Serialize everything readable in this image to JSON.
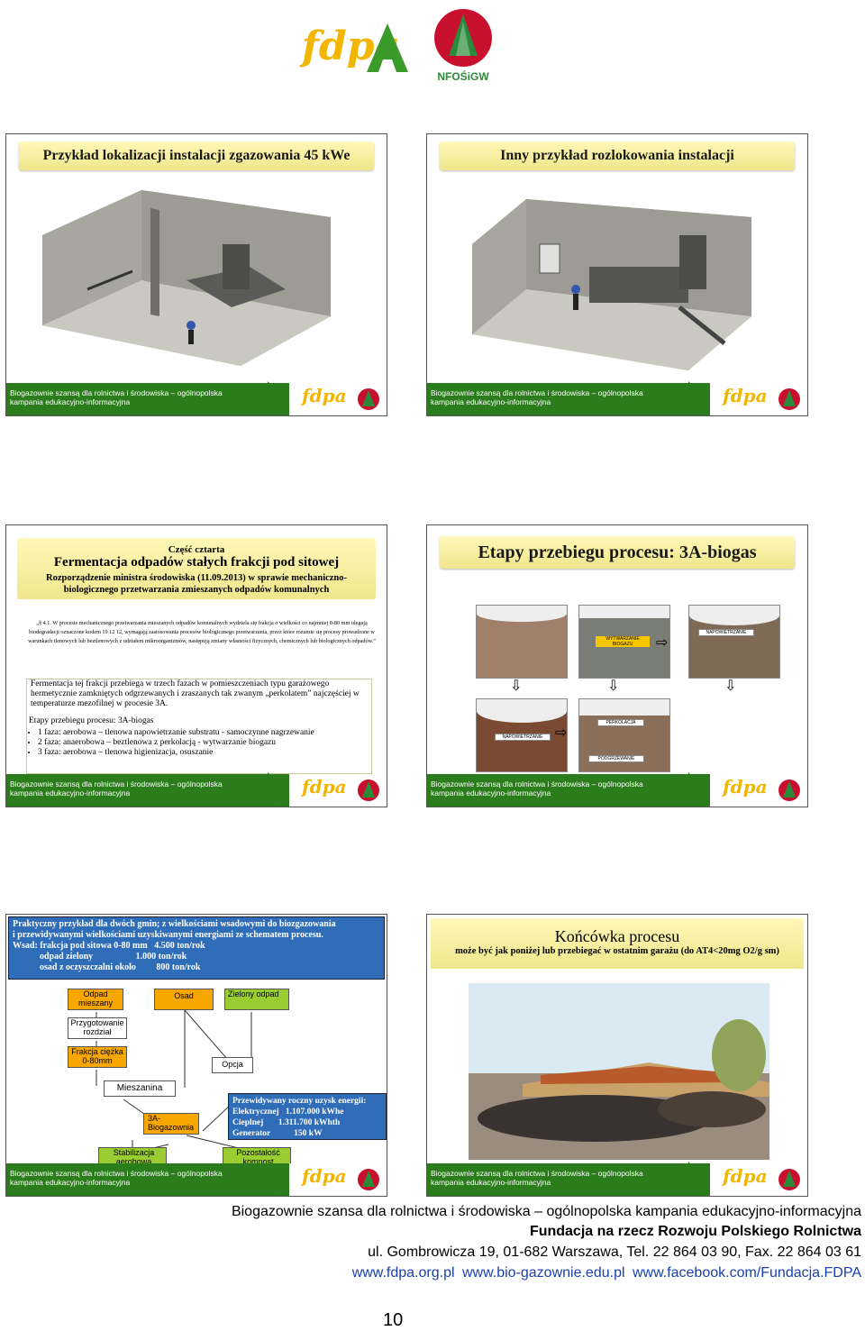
{
  "header": {
    "logo_text": "fdpa",
    "nfosigw_text": "NFOŚiGW"
  },
  "footer_text": "Biogazownie szansą dla rolnictwa i środowiska – ogólnopolska kampania edukacyjno-informacyjna",
  "slides": [
    {
      "title": "Przykład lokalizacji instalacji zgazowania 45 kWe"
    },
    {
      "title": "Inny przykład rozlokowania instalacji"
    },
    {
      "part": "Część cztarta",
      "title": "Fermentacja odpadów stałych frakcji pod sitowej",
      "subtitle": "Rozporządzenie ministra środowiska (11.09.2013) w sprawie mechaniczno-biologicznego przetwarzania zmieszanych odpadów komunalnych",
      "quote": "„§ 4.1. W procesie mechanicznego przetwarzania mieszanych odpadów komunalnych wydziela się frakcja o wielkości co najmniej 0-80 mm ulegają biodegradacji oznaczone kodem 19 12 12, wymagają zastosowania procesów biologicznego przetwarzania, przez które rozumie się procesy prowadzone w warunkach tlenowych lub beztlenowych z udziałem mikroorganizmów, następują zmiany własności fizycznych, chemicznych lub biologicznych odpadów.”",
      "body": "Fermentacja tej frakcji przebiega w trzech fazach w pomieszczeniach typu garażowego hermetycznie zamkniętych odgrzewanych i zraszanych tak zwanym „perkolatem” najczęściej w temperaturze mezofilnej w procesie 3A.",
      "stages_title": "Etapy przebiegu procesu: 3A-biogas",
      "stages": [
        "1 faza: aerobowa – tlenowa napowietrzanie substratu - samoczynne nagrzewanie",
        "2 faza: anaerobowa – beztlenowa z perkolacją - wytwarzanie biogazu",
        "3 faza: aerobowa – tlenowa higienizacja, osuszanie"
      ]
    },
    {
      "title": "Etapy przebiegu procesu: 3A-biogas",
      "panels": [
        "WYTWARZANIE BIOGAZU",
        "NAPOWIETRZANIE",
        "NAPOWIETRZANIE",
        "PERKOLACJA",
        "PODGRZEWANIE"
      ]
    },
    {
      "box_lines": [
        "Praktyczny przykład dla dwóch gmin; z wielkościami wsadowymi do biozgazowania",
        "i przewidywanymi wielkościami uzyskiwanymi energiami ze schematem procesu.",
        "Wsad: frakcja pod sitowa 0-80 mm   4.500 ton/rok",
        "odpad zielony                   1.000 ton/rok",
        "osad z oczyszczalni około         800 ton/rok"
      ],
      "flow": {
        "odpad_mieszany": "Odpad mieszany",
        "osad": "Osad",
        "zielony": "Zielony odpad",
        "przygotowanie": "Przygotowanie rozdział",
        "frakcja": "Frakcja ciężka 0-80mm",
        "opcja": "Opcja",
        "mieszanina": "Mieszanina",
        "biogazownia": "3A-Biogazownia",
        "stabilizacja": "Stabilizacja aerobowa",
        "kompost": "Pozostałość kompost",
        "energy_title": "Przewidywany roczny uzysk energii:",
        "energy_el": "Elektrycznej   1.107.000 kWhe",
        "energy_th": "Cieplnej       1.311.700 kWhth",
        "energy_gen": "Generator           150 kW"
      }
    },
    {
      "title": "Końcówka procesu",
      "subtitle": "może być jak poniżej lub przebiegać w ostatnim garażu (do AT4<20mg O2/g sm)"
    }
  ],
  "bottom": {
    "line1": "Biogazownie szansa dla rolnictwa i środowiska – ogólnopolska kampania edukacyjno-informacyjna",
    "line2": "Fundacja na rzecz Rozwoju Polskiego Rolnictwa",
    "line3": "ul. Gombrowicza 19, 01-682 Warszawa, Tel. 22 864 03 90, Fax. 22 864 03 61",
    "line4": "www.fdpa.org.pl  www.bio-gazownie.edu.pl  www.facebook.com/Fundacja.FDPA",
    "page_number": "10"
  }
}
